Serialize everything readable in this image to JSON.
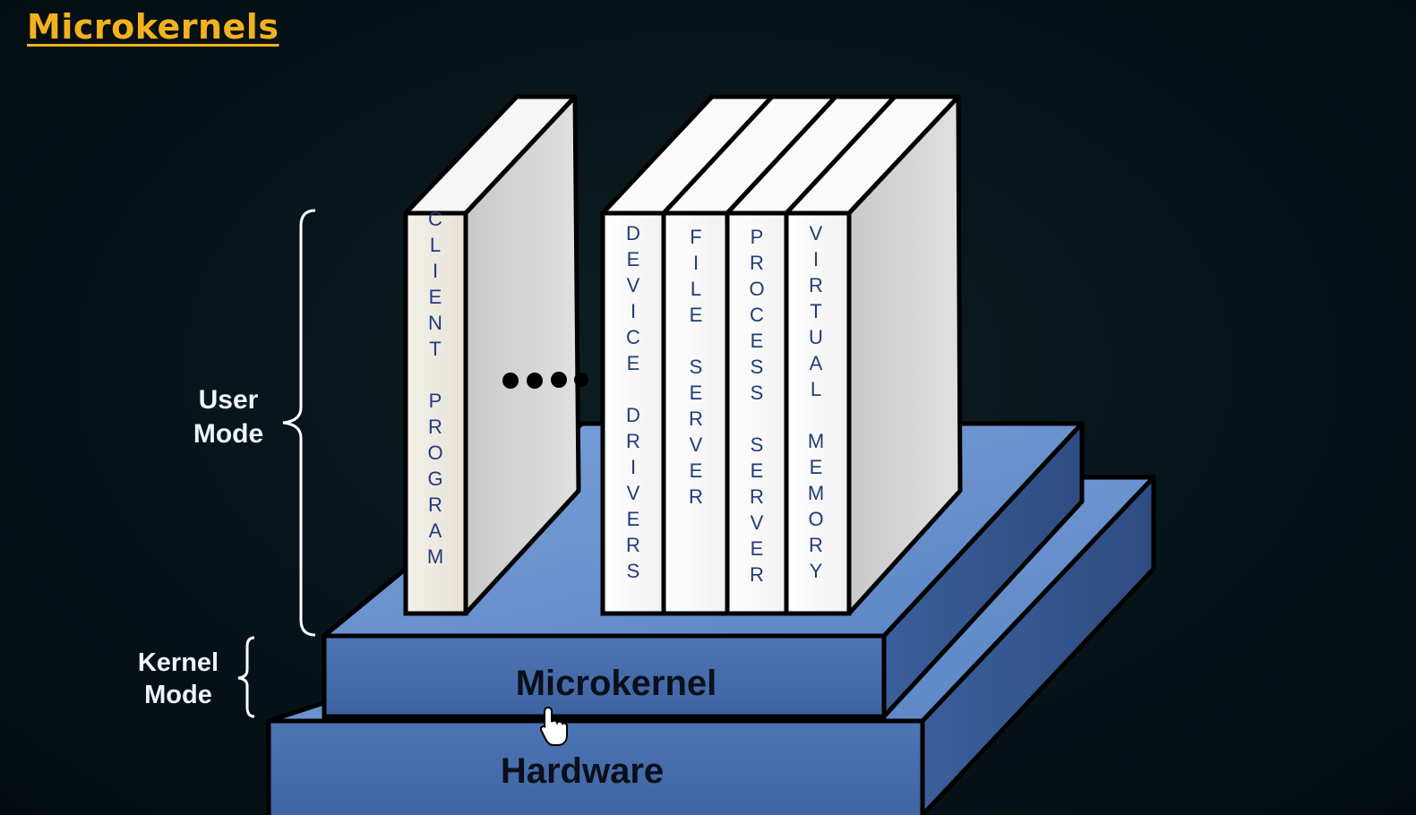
{
  "title": "Microkernels",
  "labels": {
    "user_mode": [
      "User",
      "Mode"
    ],
    "kernel_mode": [
      "Kernel",
      "Mode"
    ]
  },
  "layers": {
    "microkernel": "Microkernel",
    "hardware": "Hardware"
  },
  "blocks": [
    {
      "id": "client-program",
      "text": "CLIENT  PROGRAM"
    },
    {
      "id": "device-drivers",
      "text": "DEVICE  DRIVERS"
    },
    {
      "id": "file-server",
      "text": "FILE  SERVER"
    },
    {
      "id": "process-server",
      "text": "PROCESS  SERVER"
    },
    {
      "id": "virtual-memory",
      "text": "VIRTUAL  MEMORY"
    }
  ],
  "ellipsis": "••••",
  "colors": {
    "title": "#f2b21e",
    "layer_blue": "#4f78b6",
    "block_letter": "#1f3c7a"
  },
  "icons": {
    "cursor": "hand-pointer-icon"
  }
}
